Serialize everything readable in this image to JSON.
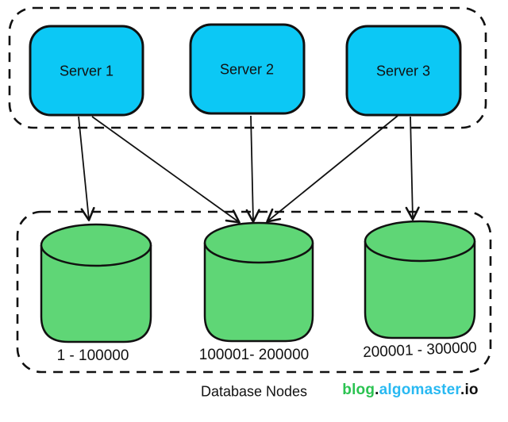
{
  "diagram": {
    "title_hint": "Range based sharding: servers routing to database nodes",
    "servers": [
      {
        "label": "Server 1"
      },
      {
        "label": "Server 2"
      },
      {
        "label": "Server 3"
      }
    ],
    "databases": [
      {
        "range": "1 - 100000"
      },
      {
        "range": "100001- 200000"
      },
      {
        "range": "200001 - 300000"
      }
    ],
    "caption": "Database Nodes",
    "brand": {
      "blog": "blog",
      "dot": ".",
      "site": "algomaster",
      "tld": ".io"
    },
    "colors": {
      "server_fill": "#0cc8f5",
      "database_fill": "#5fd676",
      "outline": "#111111",
      "brand_green": "#2bc351",
      "brand_blue": "#29b9f2"
    },
    "arrows": [
      {
        "from": "Server 1",
        "to": "1 - 100000"
      },
      {
        "from": "Server 1",
        "to": "100001- 200000"
      },
      {
        "from": "Server 2",
        "to": "100001- 200000"
      },
      {
        "from": "Server 3",
        "to": "100001- 200000"
      },
      {
        "from": "Server 3",
        "to": "200001 - 300000"
      }
    ]
  }
}
